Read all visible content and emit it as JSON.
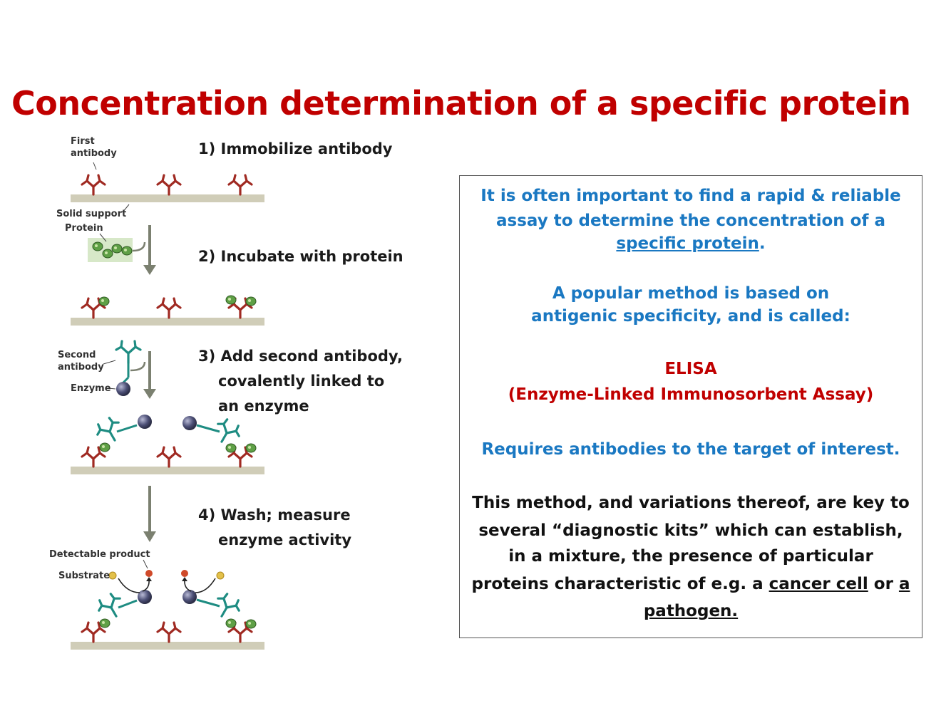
{
  "title": "Concentration determination of a specific protein",
  "steps": {
    "s1": "1) Immobilize antibody",
    "s2": "2) Incubate with protein",
    "s3_l1": "3) Add second antibody,",
    "s3_l2": "covalently linked to",
    "s3_l3": "an enzyme",
    "s4_l1": "4) Wash; measure",
    "s4_l2": "enzyme activity"
  },
  "diagram_labels": {
    "first_antibody_l1": "First",
    "first_antibody_l2": "antibody",
    "solid_support": "Solid support",
    "protein": "Protein",
    "second_antibody_l1": "Second",
    "second_antibody_l2": "antibody",
    "enzyme": "Enzyme",
    "detectable_product": "Detectable product",
    "substrate": "Substrate"
  },
  "info_box": {
    "p1_l1": "It is often important to find a rapid & reliable",
    "p1_l2": "assay to determine the concentration of a",
    "p1_l3_u": "specific protein",
    "p1_l3_end": ".",
    "p2_l1": "A popular method is based on",
    "p2_l2": "antigenic specificity, and is called:",
    "elisa": "ELISA",
    "elisa_full": "(Enzyme-Linked Immunosorbent Assay)",
    "p3": "Requires antibodies to the target of interest.",
    "p4_l1": "This method, and variations thereof, are key to",
    "p4_l2": "several “diagnostic kits”  which can establish,",
    "p4_l3": "in a mixture, the presence of  particular",
    "p4_l4_a": "proteins characteristic of e.g. a ",
    "p4_l4_u1": "cancer cell",
    "p4_l4_b": " or ",
    "p4_l4_u2": "a",
    "p4_l5_u": "pathogen",
    "p4_l5_end": "."
  },
  "colors": {
    "title": "#c00000",
    "antibody_first": "#a02a22",
    "antibody_second": "#1e8c82",
    "support": "#d0cdb8",
    "arrow": "#7b8070",
    "blue_text": "#1a78c2",
    "protein": "#5fa046",
    "enzyme": "#3a3d5c",
    "product": "#cf4a2a",
    "substrate": "#e3c14a"
  }
}
